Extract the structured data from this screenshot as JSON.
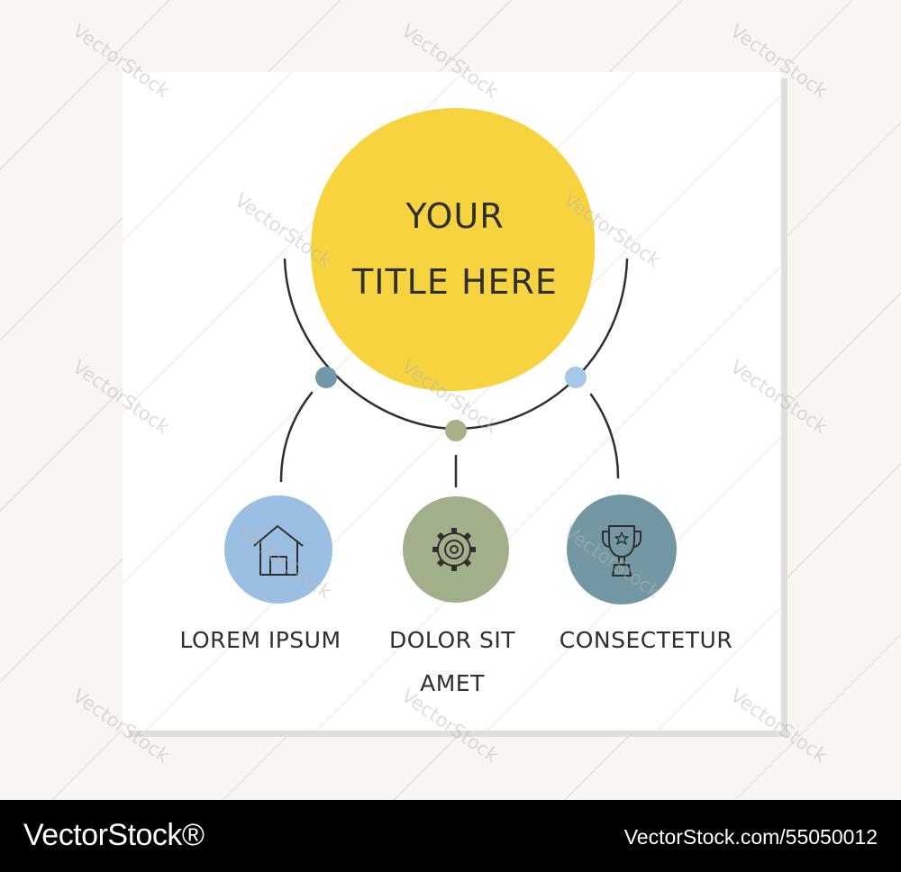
{
  "title": {
    "line1": "YOUR",
    "line2": "TITLE HERE"
  },
  "items": [
    {
      "label_line1": "LOREM IPSUM",
      "label_line2": "",
      "icon": "house-icon",
      "color": "#9bbfe2"
    },
    {
      "label_line1": "DOLOR SIT",
      "label_line2": "AMET",
      "icon": "gear-icon",
      "color": "#a1b08a"
    },
    {
      "label_line1": "CONSECTETUR",
      "label_line2": "",
      "icon": "trophy-icon",
      "color": "#7398a3"
    }
  ],
  "colors": {
    "title_circle": "#f7d43f",
    "node_left": "#7098a8",
    "node_center": "#a7b387",
    "node_right": "#a6c7e8",
    "line": "#2f2f2f"
  },
  "watermark": "VectorStock",
  "footer": {
    "brand": "VectorStock®",
    "url": "VectorStock.com/55050012"
  }
}
